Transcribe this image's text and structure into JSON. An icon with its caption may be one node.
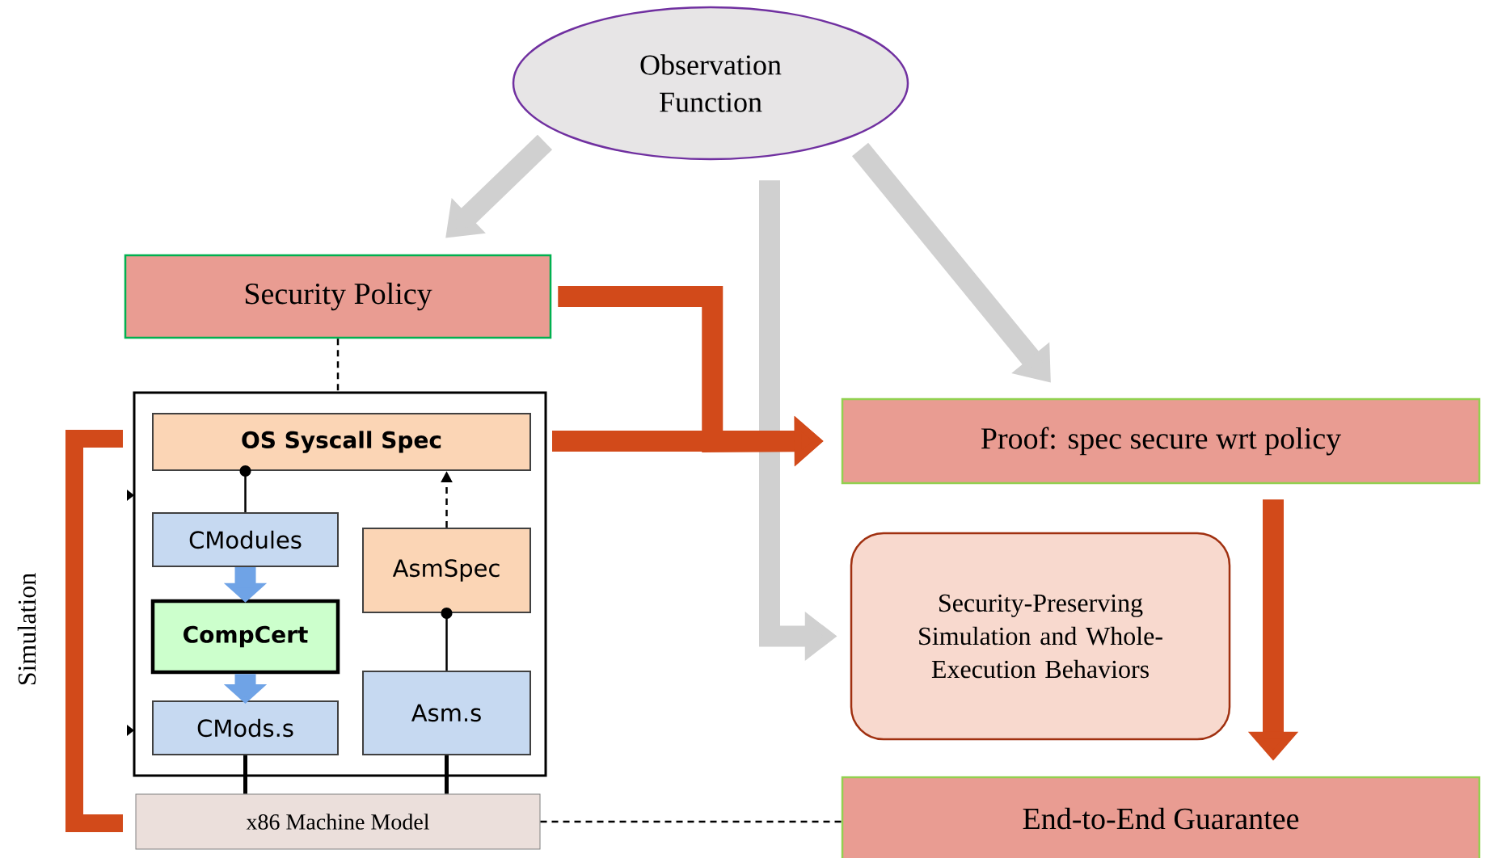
{
  "diagram": {
    "nodes": [
      {
        "text": [
          "Observation Function"
        ]
      },
      {
        "text": [
          "Security Policy"
        ]
      },
      {
        "text": [],
        "shape": "box"
      },
      {
        "text": [
          "OS Syscall Spec"
        ],
        "in": 2
      },
      {
        "text": [
          "CModules"
        ],
        "in": 2
      },
      {
        "text": [
          "CompCert"
        ],
        "in": 2
      },
      {
        "text": [
          "CMods.s"
        ],
        "in": 2
      },
      {
        "text": [
          "AsmSpec"
        ],
        "in": 2
      },
      {
        "text": [
          "Asm.s"
        ],
        "in": 2
      },
      {
        "text": [
          "x86 Machine Model"
        ]
      },
      {
        "text": [
          "Proof: spec secure wrt policy"
        ]
      },
      {
        "text": [
          "Security-Preserving Simulation and Whole-Execution Behaviors"
        ]
      },
      {
        "text": [
          "End-to-End Guarantee"
        ]
      }
    ],
    "edges": [
      {
        "from": 0,
        "to": 1,
        "arrow": "to",
        "color": "#d0d0d0"
      },
      {
        "from": 0,
        "to": 10,
        "arrow": "to",
        "color": "#d0d0d0"
      },
      {
        "from": 0,
        "to": 11,
        "arrow": "to",
        "color": "#d0d0d0"
      },
      {
        "from": 1,
        "to": 10,
        "arrow": "to",
        "color": "#d24a1a"
      },
      {
        "from": 3,
        "to": 10,
        "arrow": "to",
        "color": "#d24a1a"
      },
      {
        "from": 10,
        "to": 12,
        "arrow": "to",
        "color": "#d24a1a"
      },
      {
        "from": 1,
        "to": 2,
        "arrow": "none",
        "style": "dashed"
      },
      {
        "from": 3,
        "to": 4,
        "arrow": "other"
      },
      {
        "from": 4,
        "to": 5,
        "arrow": "to",
        "color": "#6fa3e6"
      },
      {
        "from": 5,
        "to": 6,
        "arrow": "to",
        "color": "#6fa3e6"
      },
      {
        "from": 7,
        "to": 3,
        "arrow": "to",
        "style": "dashed"
      },
      {
        "from": 7,
        "to": 8,
        "arrow": "other"
      },
      {
        "from": 6,
        "to": 9,
        "arrow": "none"
      },
      {
        "from": 8,
        "to": 9,
        "arrow": "none"
      },
      {
        "from": 9,
        "to": 12,
        "arrow": "none",
        "style": "dashed"
      }
    ],
    "labels": [
      "Simulation"
    ]
  }
}
